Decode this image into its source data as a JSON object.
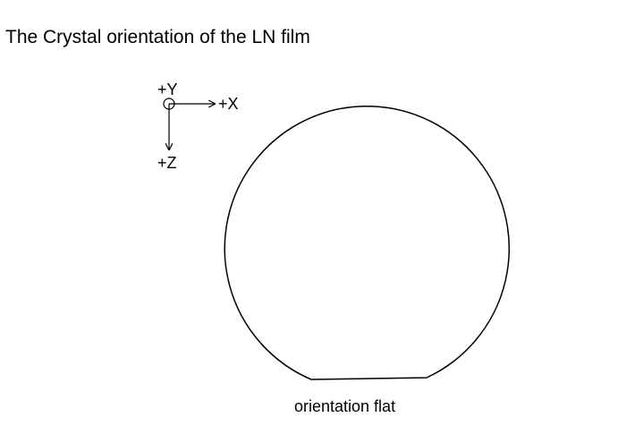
{
  "title": "The Crystal orientation of the LN film",
  "axes": {
    "y_label": "+Y",
    "x_label": "+X",
    "z_label": "+Z"
  },
  "wafer": {
    "flat_label": "orientation flat"
  },
  "colors": {
    "stroke": "#000000",
    "background": "#ffffff"
  }
}
